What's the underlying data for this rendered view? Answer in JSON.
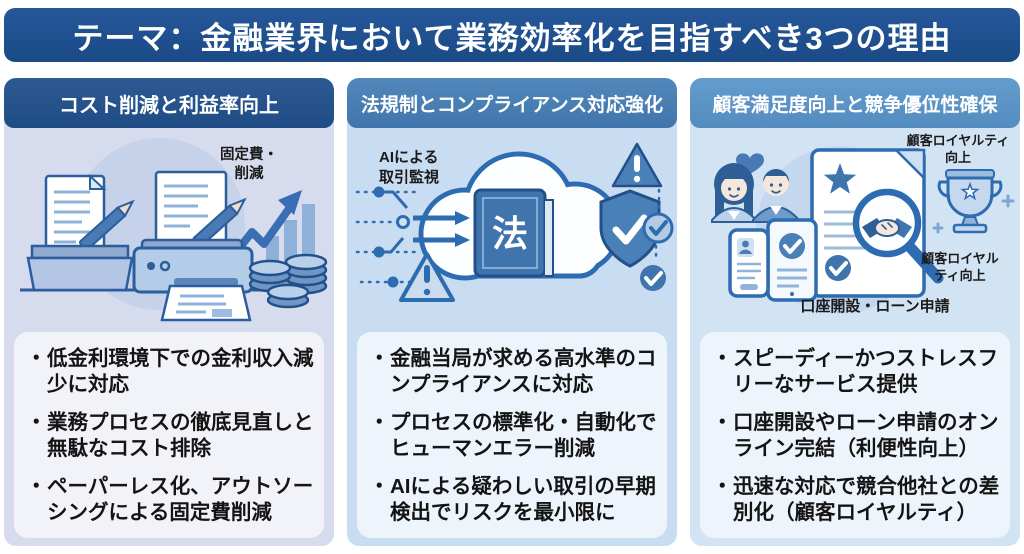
{
  "header": {
    "title": "テーマ：金融業界において業務効率化を目指すべき3つの理由"
  },
  "ui": {
    "bullet_marker": "・"
  },
  "columns": [
    {
      "badge": "コスト削減と利益率向上",
      "labels": {
        "fixed_cost": [
          "固定費・",
          "削減"
        ]
      },
      "bullets": [
        "低金利環境下での金利収入減少に対応",
        "業務プロセスの徹底見直しと無駄なコスト排除",
        "ペーパーレス化、アウトソーシングによる固定費削減"
      ]
    },
    {
      "badge": "法規制とコンプライアンス対応強化",
      "labels": {
        "ai_monitoring": [
          "AIによる",
          "取引監視"
        ],
        "law_char": "法"
      },
      "bullets": [
        "金融当局が求める高水準のコンプライアンスに対応",
        "プロセスの標準化・自動化でヒューマンエラー削減",
        "AIによる疑わしい取引の早期検出でリスクを最小限に"
      ]
    },
    {
      "badge": "顧客満足度向上と競争優位性確保",
      "labels": {
        "loyalty_top": [
          "顧客ロイヤルティ",
          "向上"
        ],
        "loyalty_side": [
          "顧客ロイヤル",
          "ティ向上"
        ],
        "application": "口座開設・ローン申請"
      },
      "bullets": [
        "スピーディーかつストレスフリーなサービス提供",
        "口座開設やローン申請のオンライン完結（利便性向上）",
        "迅速な対応で競合他社との差別化（顧客ロイヤルティ）"
      ]
    }
  ],
  "colors": {
    "header_bg": "#1d4e8b",
    "badge1_bg": "#24508a",
    "badge2_bg": "#477cb2",
    "badge3_bg": "#5b92c6",
    "panel1_bg": "#d6dcee",
    "panel2_bg": "#c9ddf2",
    "panel3_bg": "#d2e3f4",
    "bullet_box_bg": "#f0f3f9",
    "accent_dark": "#2a5e9c",
    "accent_mid": "#4a7ab5",
    "accent_light": "#b9d0ea",
    "text_dark": "#1a1a1a"
  }
}
